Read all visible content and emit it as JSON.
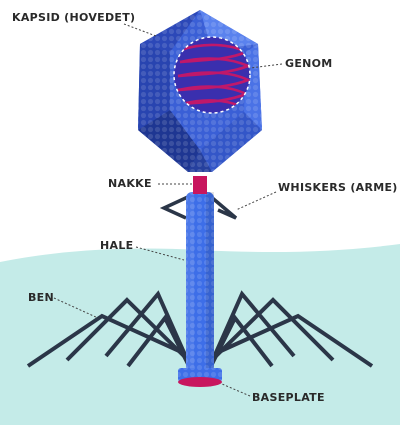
{
  "labels": {
    "capsid": "KAPSID (HOVEDET)",
    "genome": "GENOM",
    "neck": "NAKKE",
    "whiskers": "WHISKERS (ARME)",
    "tail": "HALE",
    "legs": "BEN",
    "baseplate": "BASEPLATE"
  },
  "colors": {
    "capsid_light": "#4a72e6",
    "capsid_mid": "#3a5fd6",
    "capsid_dark": "#2844b0",
    "capsid_shadow": "#1e3692",
    "genome_window": "#3a2fae",
    "genome_strand": "#c0186a",
    "neck": "#c8165e",
    "tail": "#3d6ee8",
    "baseplate": "#c8165e",
    "legs": "#2b3648",
    "ground": "#c4ebe8",
    "leader": "#444444"
  }
}
